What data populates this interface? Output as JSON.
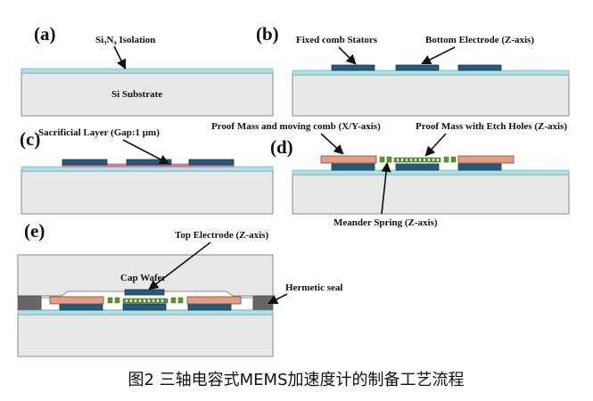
{
  "panels": {
    "a": {
      "tag": "(a)",
      "isolation_label": "Si₃N₄ Isolation",
      "substrate_label": "Si Substrate"
    },
    "b": {
      "tag": "(b)",
      "stators_label": "Fixed comb Stators",
      "bottom_electrode_label": "Bottom Electrode (Z-axis)"
    },
    "c": {
      "tag": "(c)",
      "sacrificial_label": "Sacrificial Layer (Gap:1 μm)"
    },
    "d": {
      "tag": "(d)",
      "proof_mass_xy_label": "Proof Mass and moving comb (X/Y-axis)",
      "proof_mass_z_label": "Proof Mass with Etch Holes (Z-axis)",
      "meander_label": "Meander Spring (Z-axis)"
    },
    "e": {
      "tag": "(e)",
      "top_electrode_label": "Top Electrode (Z-axis)",
      "cap_label": "Cap Wafer",
      "seal_label": "Hermetic seal"
    }
  },
  "caption": "图2 三轴电容式MEMS加速度计的制备工艺流程",
  "colors": {
    "substrate": "#e8e8e8",
    "isolation": "#a9e3e9",
    "electrode": "#255a7a",
    "sacrificial": "#e6799a",
    "proof_mass": "#ec9c7c",
    "spring": "#5b9a2a",
    "seal": "#666666"
  }
}
